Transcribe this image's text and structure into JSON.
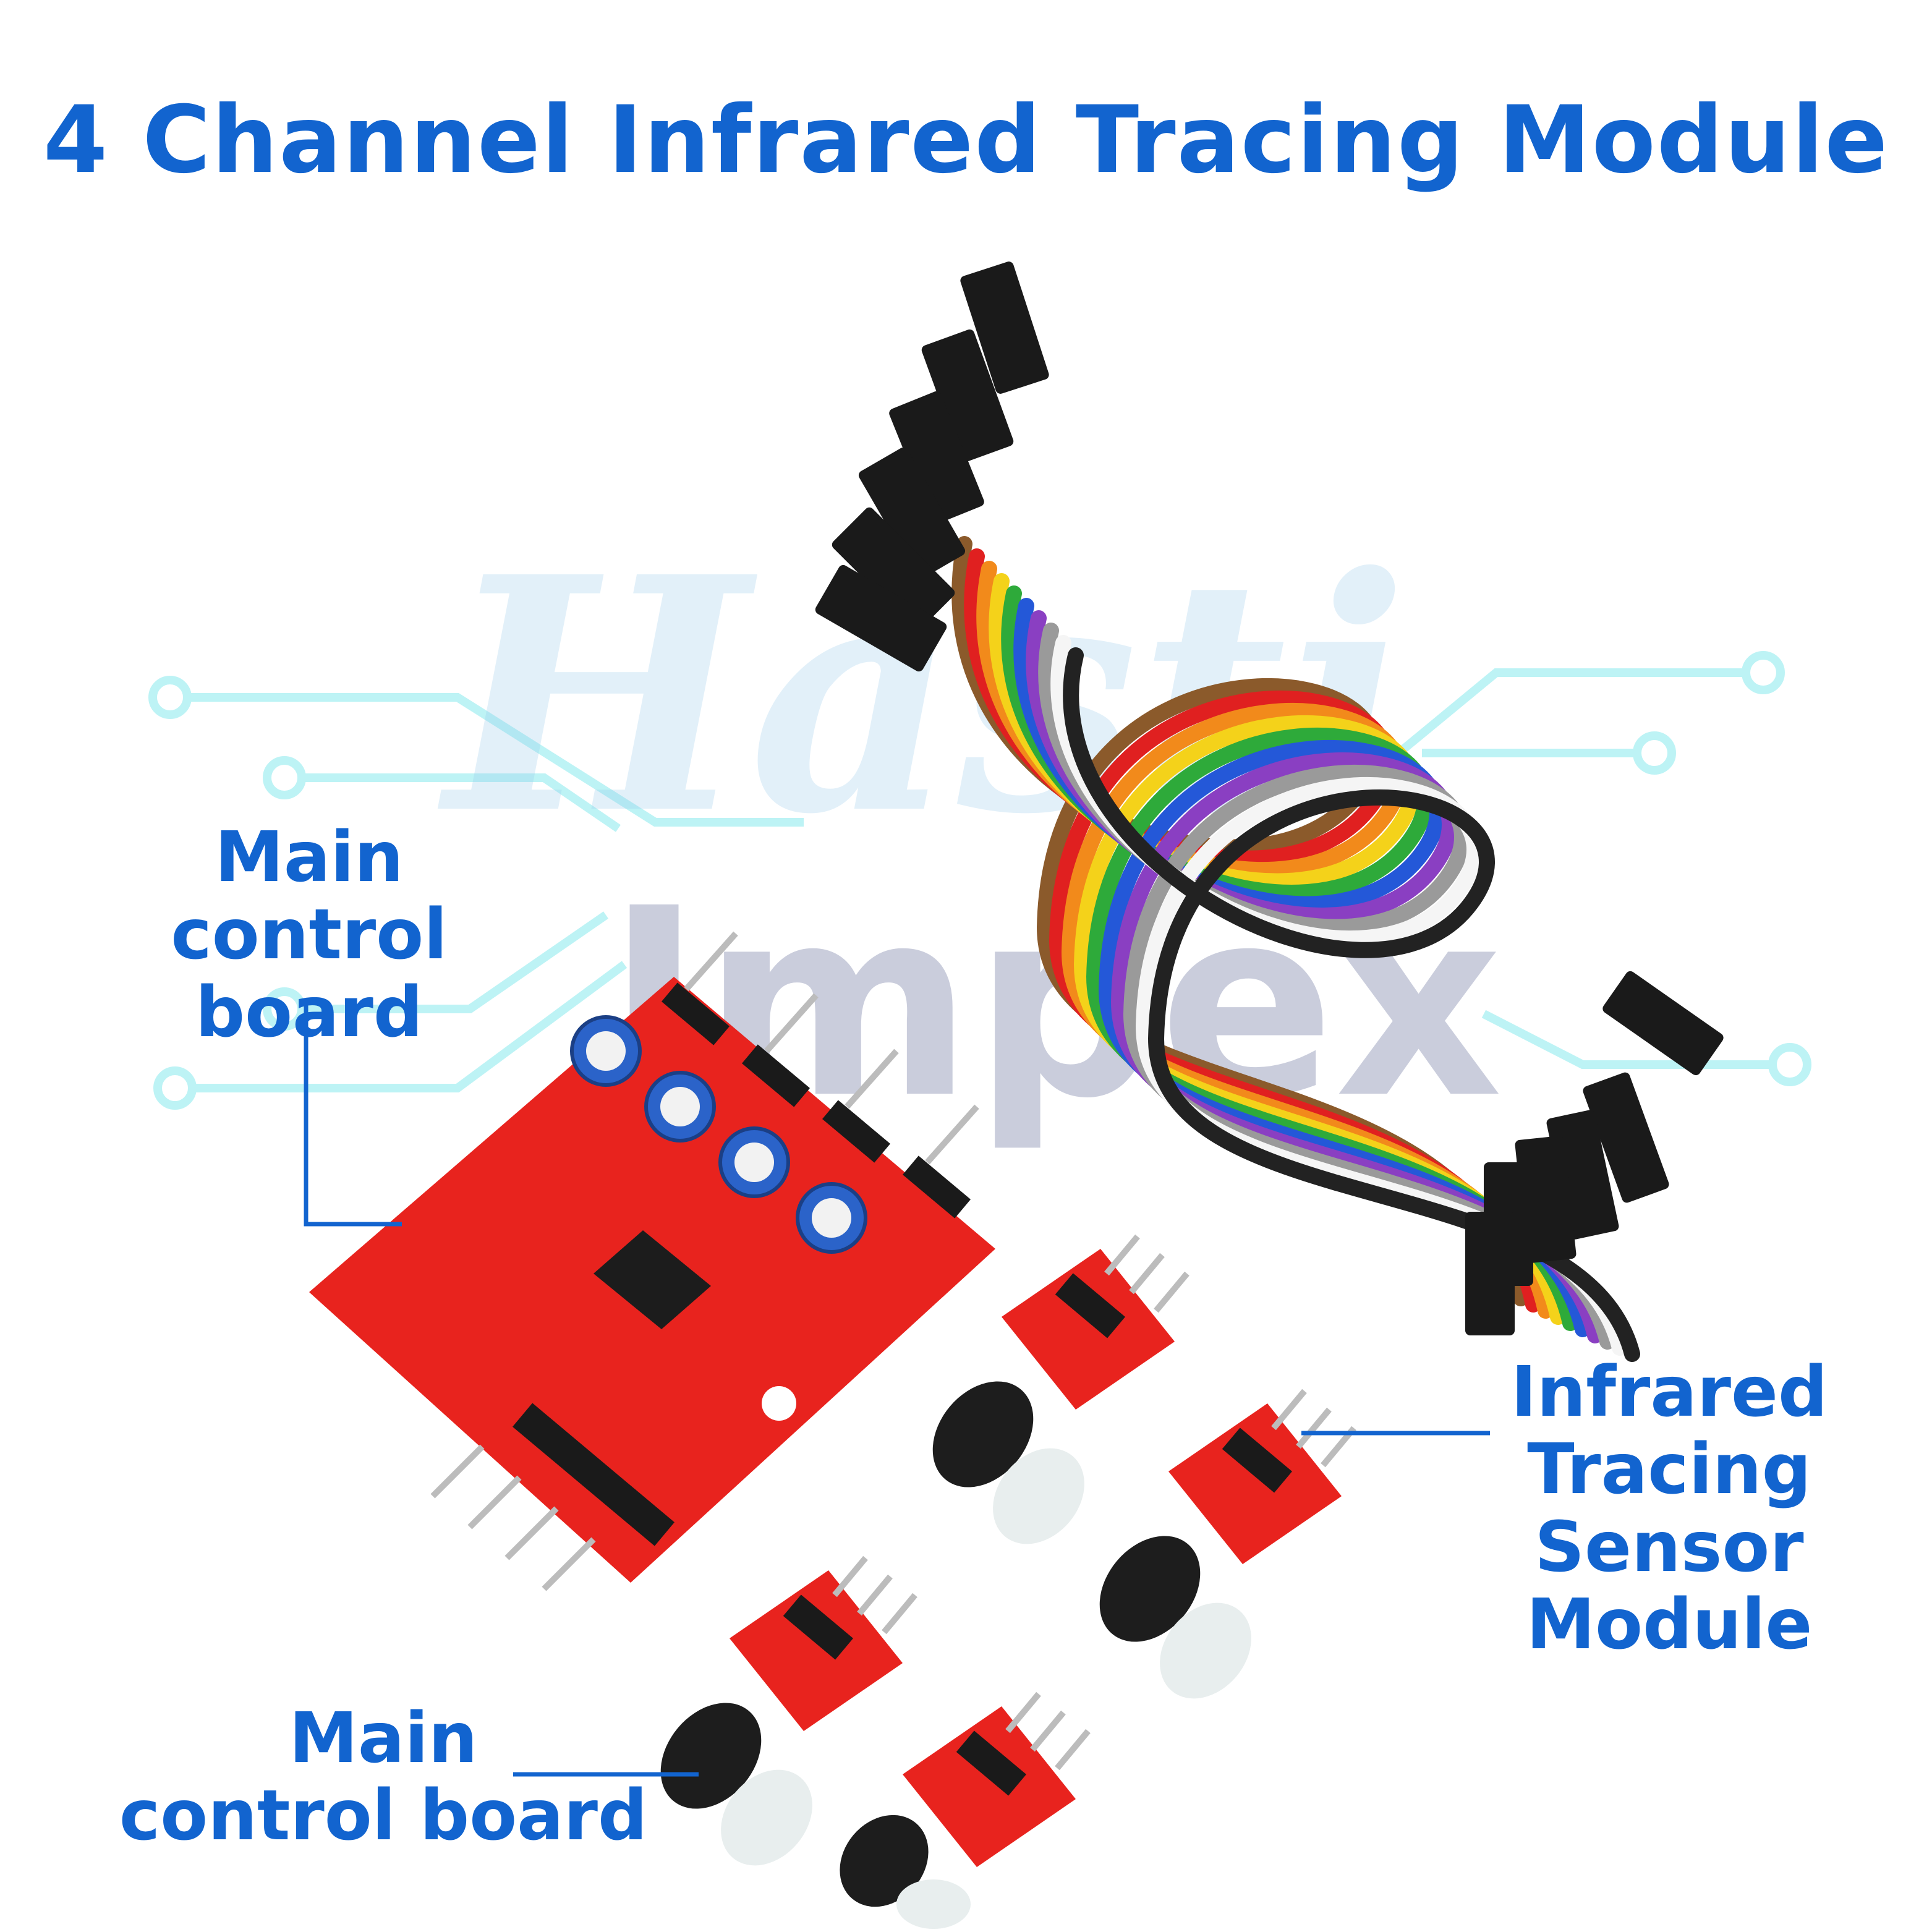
{
  "title": "4 Channel Infrared Tracing Module",
  "labels": {
    "main_control_top": [
      "Main control",
      "board"
    ],
    "main_control_bottom": [
      "Main",
      "control board"
    ],
    "sensor": [
      "Infrared",
      "Tracing",
      "Sensor",
      "Module"
    ]
  },
  "watermark": {
    "line1": "Hasti",
    "line2": "Impex"
  },
  "colors": {
    "brand_blue": "#1264cf",
    "pcb_red": "#e8231e",
    "circuit_cyan": "#bdf3f5"
  }
}
